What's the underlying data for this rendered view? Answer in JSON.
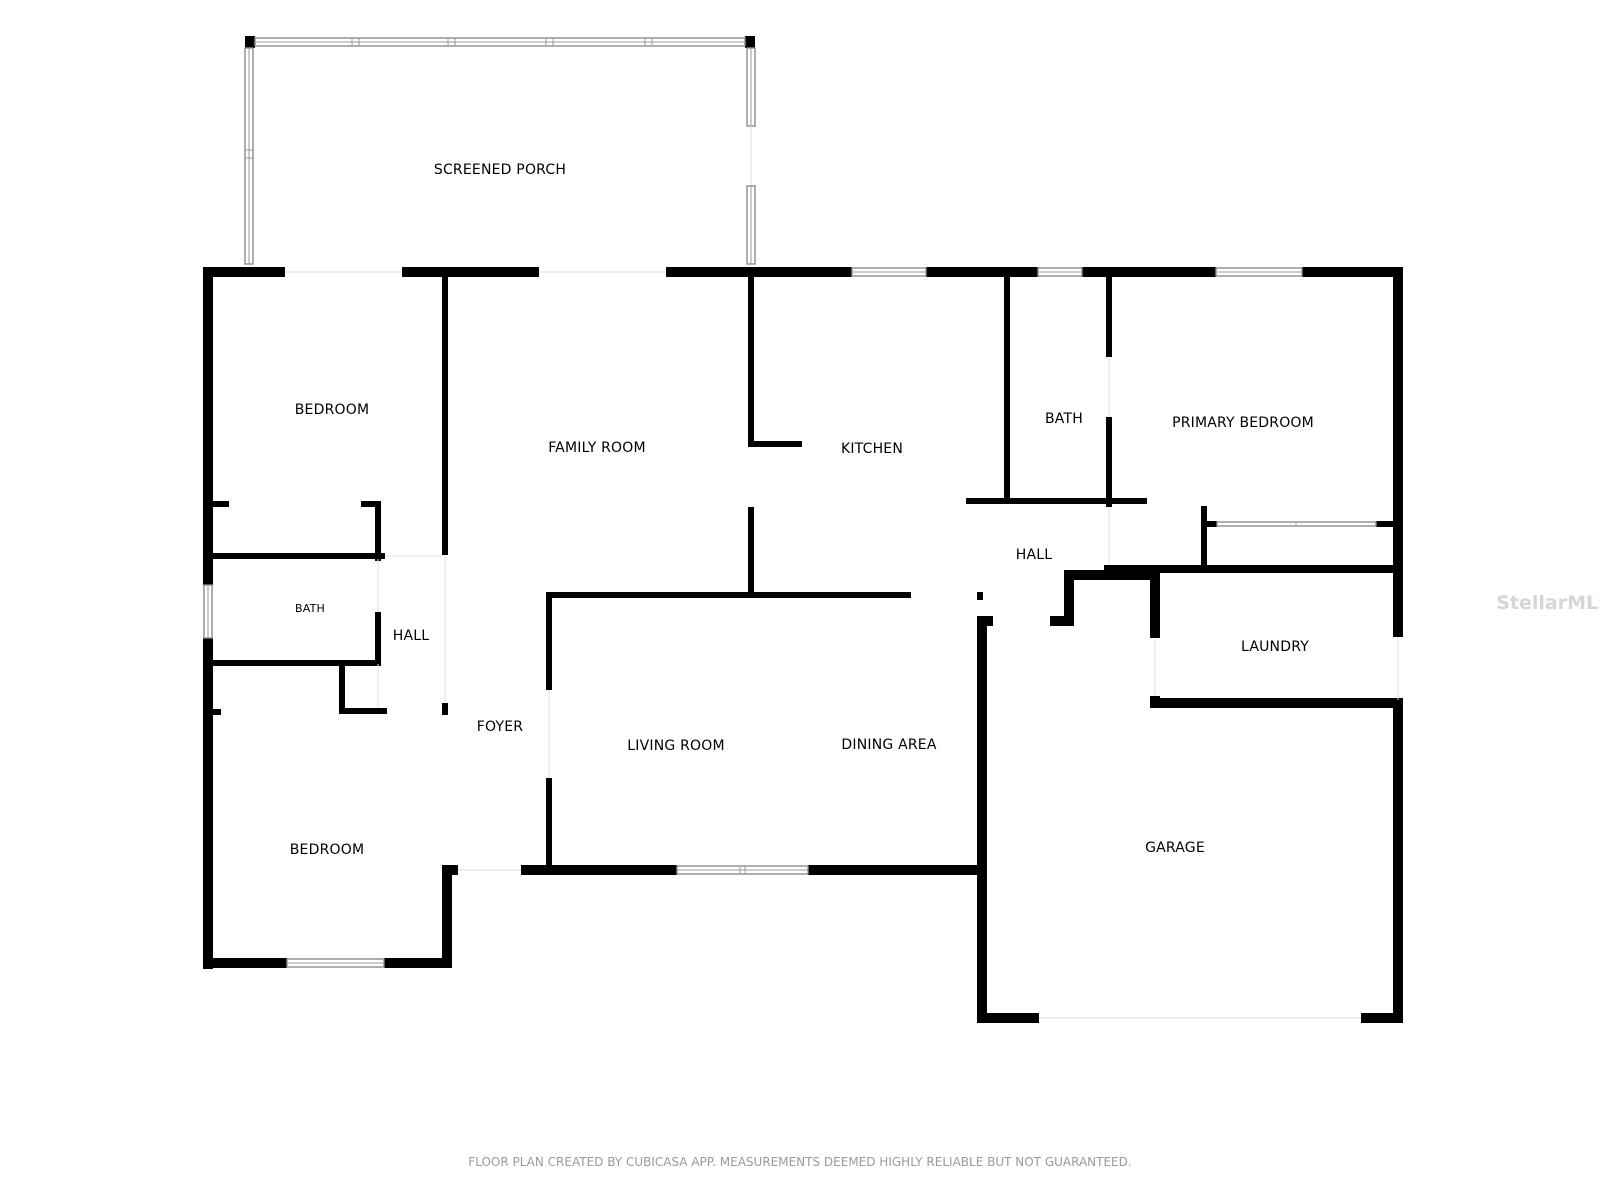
{
  "rooms": {
    "screened_porch": "SCREENED PORCH",
    "bedroom_upper": "BEDROOM",
    "family_room": "FAMILY ROOM",
    "kitchen": "KITCHEN",
    "bath_upper": "BATH",
    "primary_bedroom": "PRIMARY BEDROOM",
    "hall_right": "HALL",
    "bath_left": "BATH",
    "hall_left": "HALL",
    "laundry": "LAUNDRY",
    "foyer": "FOYER",
    "living_room": "LIVING ROOM",
    "dining_area": "DINING AREA",
    "bedroom_lower": "BEDROOM",
    "garage": "GARAGE"
  },
  "footer": {
    "credit": "FLOOR PLAN CREATED BY CUBICASA APP. MEASUREMENTS DEEMED HIGHLY RELIABLE BUT NOT GUARANTEED."
  },
  "watermark": {
    "text": "StellarMLS"
  },
  "colors": {
    "wall": "#000000",
    "background": "#ffffff",
    "credit_text": "#9a9a9a",
    "watermark": "#d6d6d6"
  }
}
